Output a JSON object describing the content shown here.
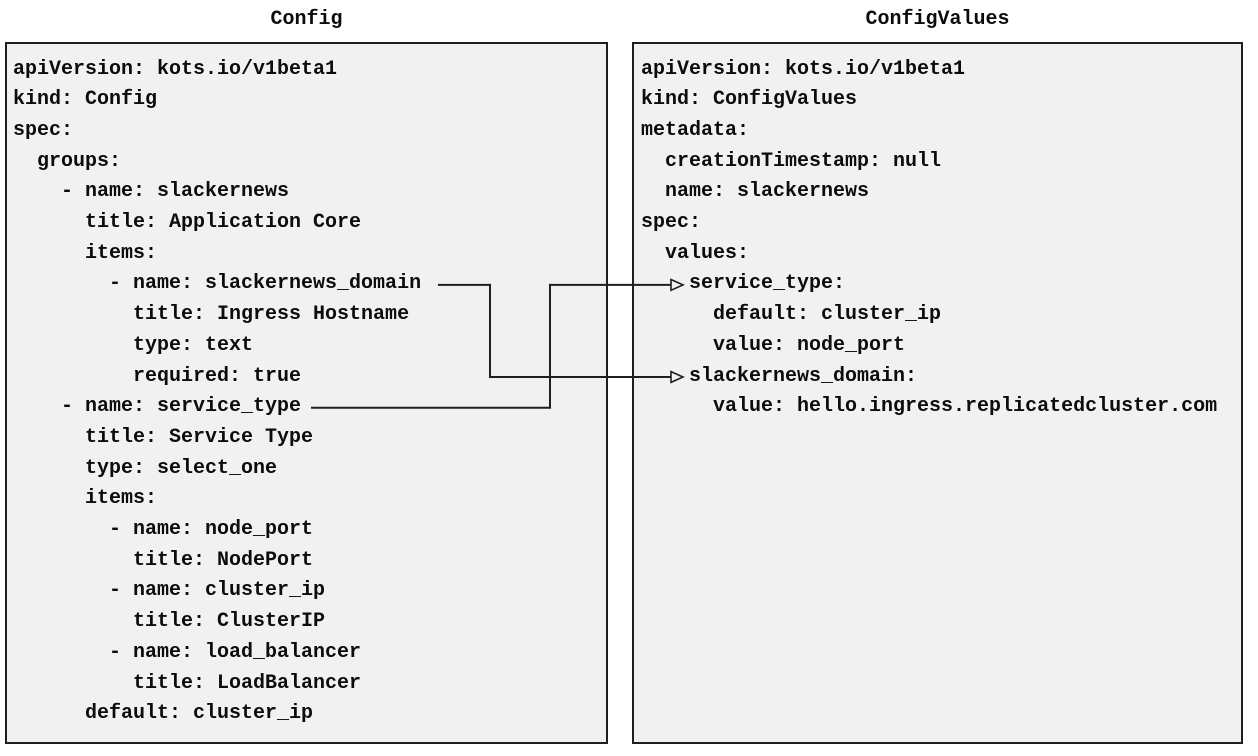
{
  "colors": {
    "panel-bg": "#f1f1f1",
    "panel-border": "#1f1f1f",
    "text": "#0c0c0c",
    "connector": "#1f1f1f",
    "page-bg": "#ffffff"
  },
  "config_panel": {
    "title": "Config",
    "yaml": "apiVersion: kots.io/v1beta1\nkind: Config\nspec:\n  groups:\n    - name: slackernews\n      title: Application Core\n      items:\n        - name: slackernews_domain\n          title: Ingress Hostname\n          type: text\n          required: true\n    - name: service_type\n      title: Service Type\n      type: select_one\n      items:\n        - name: node_port\n          title: NodePort\n        - name: cluster_ip\n          title: ClusterIP\n        - name: load_balancer\n          title: LoadBalancer\n      default: cluster_ip"
  },
  "configvalues_panel": {
    "title": "ConfigValues",
    "yaml": "apiVersion: kots.io/v1beta1\nkind: ConfigValues\nmetadata:\n  creationTimestamp: null\n  name: slackernews\nspec:\n  values:\n    service_type:\n      default: cluster_ip\n      value: node_port\n    slackernews_domain:\n      value: hello.ingress.replicatedcluster.com"
  },
  "connectors": [
    {
      "from": "Config item slackernews_domain",
      "to": "ConfigValues value slackernews_domain"
    },
    {
      "from": "Config item service_type",
      "to": "ConfigValues value service_type"
    }
  ]
}
